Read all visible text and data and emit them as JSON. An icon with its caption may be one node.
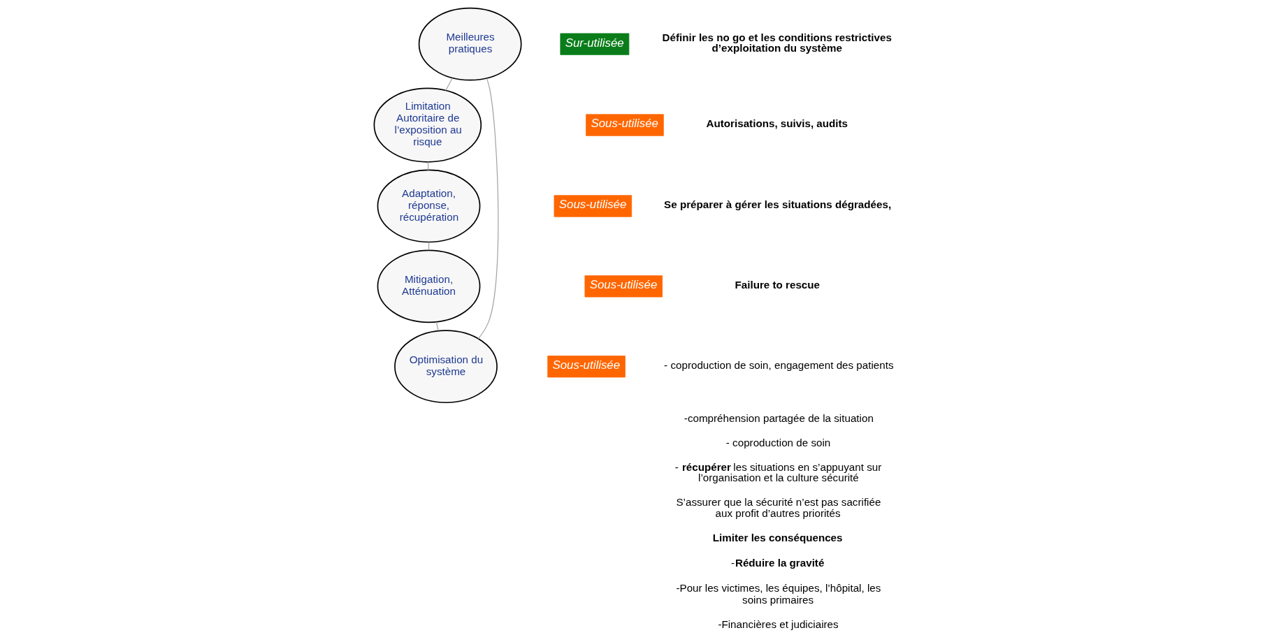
{
  "diagram": {
    "nodes": [
      {
        "text": [
          "Meilleures pratiques"
        ]
      },
      {
        "text": [
          "Sur-utilisée"
        ]
      },
      {
        "text": [
          "Limitation Autoritaire de l’exposition au risque"
        ]
      },
      {
        "text": [
          "Sous-utilisée"
        ]
      },
      {
        "text": [
          "Adaptation, réponse, récupération"
        ]
      },
      {
        "text": [
          "Sous-utilisée"
        ]
      },
      {
        "text": [
          "Optimisation du système"
        ]
      },
      {
        "text": [
          "Sous-utilisée"
        ]
      },
      {
        "text": [
          "Mitigation, Atténuation"
        ]
      },
      {
        "text": [
          "Sous-utilisée"
        ]
      }
    ],
    "edges": [
      {
        "from": 0,
        "to": 2,
        "arrow": "none"
      },
      {
        "from": 2,
        "to": 4,
        "arrow": "none"
      },
      {
        "from": 4,
        "to": 8,
        "arrow": "none"
      },
      {
        "from": 8,
        "to": 6,
        "arrow": "none"
      },
      {
        "from": 6,
        "to": 0,
        "arrow": "none"
      }
    ],
    "labels": [
      "**Définir les no go et les conditions restrictives d’exploitation du système**",
      "**Autorisations, suivis, audits**",
      "**Se préparer à gérer les situations dégradées,**",
      "**Failure to rescue**",
      "- coproduction de soin, engagement des patients",
      "-compréhension partagée de la situation",
      "- coproduction de soin",
      "- **récupérer** les situations en s’appuyant sur l’organisation et la culture sécurité",
      "S’assurer que la sécurité n’est pas sacrifiée aux profit d’autres priorités",
      "**Limiter les conséquences**",
      "-**Réduire la gravité**",
      "-Pour les victimes, les équipes, l’hôpital, les soins primaires",
      "-Financières et judiciaires"
    ]
  }
}
